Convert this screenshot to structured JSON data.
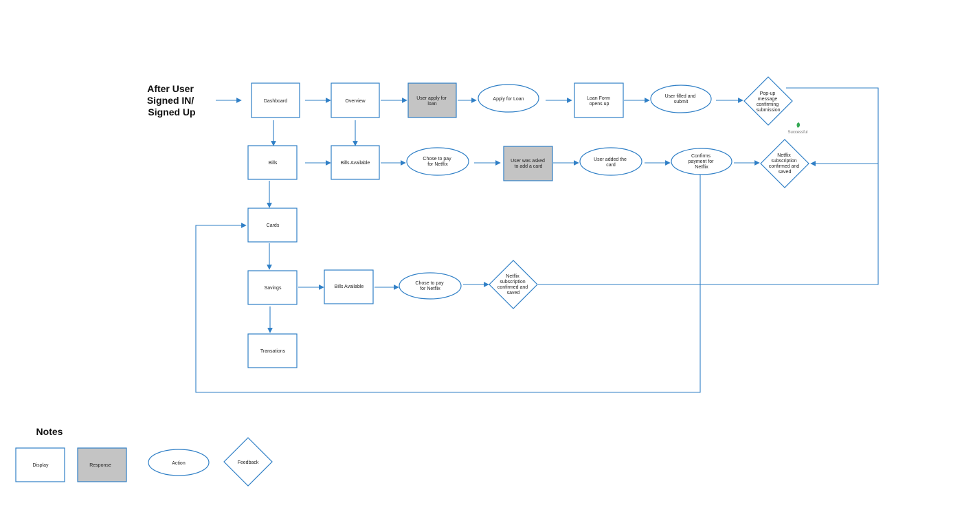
{
  "colors": {
    "stroke": "#2f7fc6",
    "response_fill": "#c4c4c4",
    "display_fill": "#ffffff",
    "text": "#222222",
    "success_icon": "#34a853"
  },
  "title": [
    "After User",
    "Signed IN/",
    "Signed Up"
  ],
  "nodes": {
    "dashboard": [
      "Dashboard"
    ],
    "overview": [
      "Overview"
    ],
    "user_apply_loan": [
      "User apply for",
      "loan"
    ],
    "apply_for_loan": [
      "Apply for Loan"
    ],
    "loan_form": [
      "Loan Form",
      "opens up"
    ],
    "user_filled": [
      "User filled and",
      "submit"
    ],
    "popup": [
      "Pop-up",
      "message",
      "confirming",
      "submission"
    ],
    "bills": [
      "Bills"
    ],
    "bills_available_1": [
      "Bills Available"
    ],
    "chose_pay_1": [
      "Chose to pay",
      "for Netflix"
    ],
    "user_asked_card": [
      "User was asked",
      "to add a card"
    ],
    "user_added_card": [
      "User added the",
      "card"
    ],
    "confirms_payment": [
      "Confirms",
      "payment for",
      "Netflix"
    ],
    "netflix_confirmed_1": [
      "Netflix",
      "subscription",
      "confirmed and",
      "saved"
    ],
    "cards": [
      "Cards"
    ],
    "savings": [
      "Savings"
    ],
    "bills_available_2": [
      "Bills Available"
    ],
    "chose_pay_2": [
      "Chose to pay",
      "for Netflix"
    ],
    "netflix_confirmed_2": [
      "Netflix",
      "subscription",
      "confirmed and",
      "saved"
    ],
    "transactions": [
      "Transations"
    ]
  },
  "success_label": "Successful",
  "legend": {
    "title": "Notes",
    "display": "Display",
    "response": "Response",
    "action": "Action",
    "feedback": "Feedback"
  }
}
